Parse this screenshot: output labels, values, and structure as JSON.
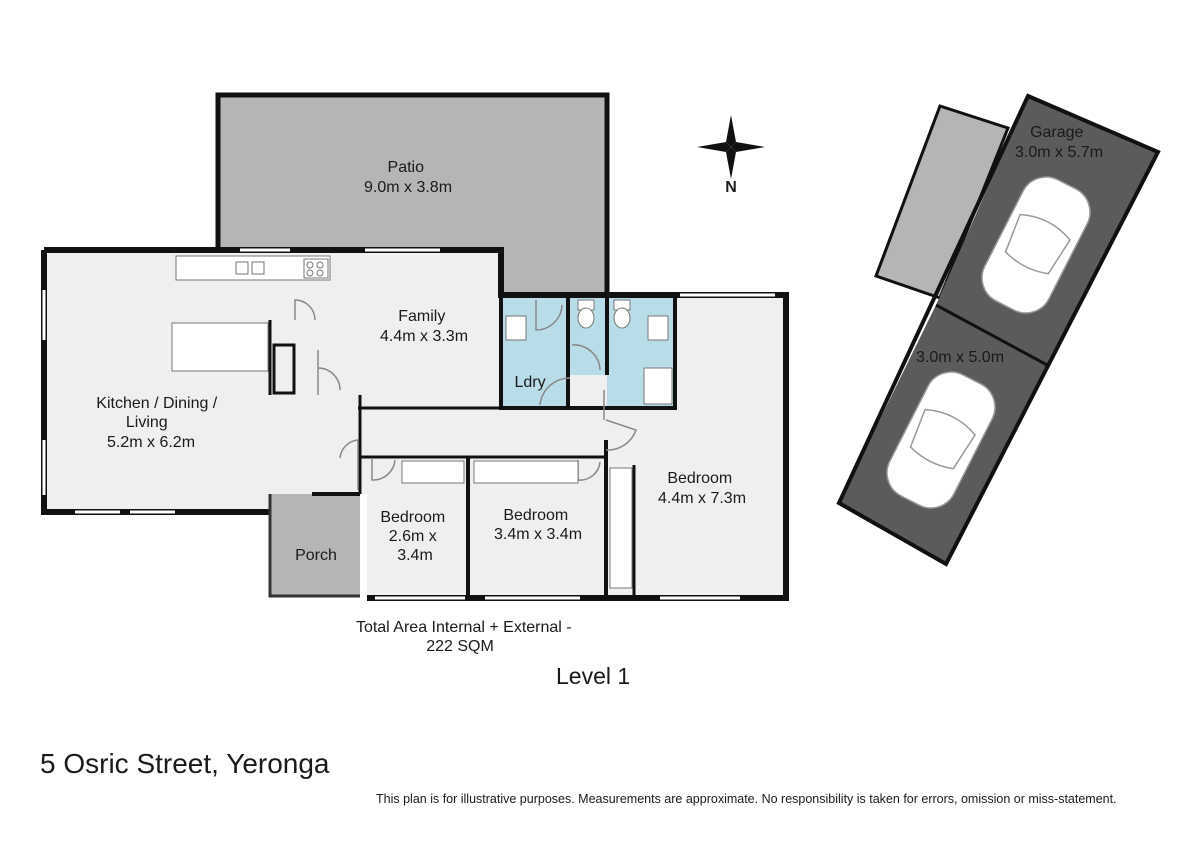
{
  "plan": {
    "level": "Level 1",
    "total_area": [
      "Total Area Internal + External -",
      "222 SQM"
    ],
    "compass": "N",
    "rooms": {
      "patio": [
        "Patio",
        "9.0m x 3.8m"
      ],
      "family": [
        "Family",
        "4.4m x 3.3m"
      ],
      "kitchen": [
        "Kitchen / Dining /",
        "Living",
        "5.2m x 6.2m"
      ],
      "laundry": [
        "Ldry"
      ],
      "bedroom_small": [
        "Bedroom",
        "2.6m x",
        "3.4m"
      ],
      "bedroom_mid": [
        "Bedroom",
        "3.4m x 3.4m"
      ],
      "bedroom_main": [
        "Bedroom",
        "4.4m x 7.3m"
      ],
      "porch": [
        "Porch"
      ],
      "garage": [
        "Garage",
        "3.0m x 5.7m"
      ],
      "carport": [
        "3.0m x 5.0m"
      ]
    }
  },
  "footer": {
    "address": "5 Osric Street, Yeronga",
    "disclaimer": "This plan is for illustrative purposes. Measurements are approximate. No responsibility is taken for errors, omission or miss-statement."
  },
  "colors": {
    "wall": "#111111",
    "floor": "#efefef",
    "outdoor": "#b5b5b5",
    "garage_floor": "#5b5b5b",
    "wet_area": "#b9dde8"
  }
}
